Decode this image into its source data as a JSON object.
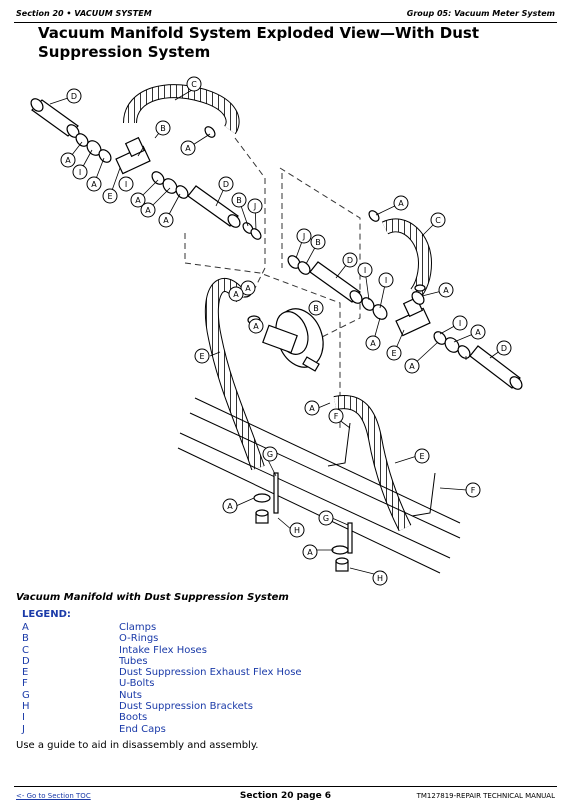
{
  "header": {
    "section": "Section 20 • VACUUM SYSTEM",
    "group": "Group 05: Vacuum Meter System"
  },
  "title": "Vacuum Manifold System Exploded View—With Dust Suppression System",
  "diagram_callouts": {
    "c1": "C",
    "d1": "D",
    "b1": "B",
    "a1": "A",
    "a2": "A",
    "a3": "A",
    "a4": "A",
    "i1": "I",
    "i2": "I",
    "e1": "E",
    "a5": "A",
    "a6": "A",
    "d2": "D",
    "b2": "B",
    "j1": "J",
    "a7": "A",
    "c2": "C",
    "j2": "J",
    "b3": "B",
    "d3": "D",
    "i3": "I",
    "i4": "I",
    "a8": "A",
    "a9": "A",
    "e2": "E",
    "a10": "A",
    "i5": "I",
    "a11": "A",
    "a12": "A",
    "d4": "D",
    "a13": "A",
    "a14": "A",
    "b4": "B",
    "e3": "E",
    "a15": "A",
    "f1": "F",
    "e4": "E",
    "g1": "G",
    "f2": "F",
    "a16": "A",
    "h1": "H",
    "g2": "G",
    "a17": "A",
    "h2": "H"
  },
  "caption": "Vacuum Manifold with Dust Suppression System",
  "legend_title": "LEGEND:",
  "legend": [
    {
      "key": "A",
      "value": "Clamps"
    },
    {
      "key": "B",
      "value": "O-Rings"
    },
    {
      "key": "C",
      "value": "Intake Flex Hoses"
    },
    {
      "key": "D",
      "value": "Tubes"
    },
    {
      "key": "E",
      "value": "Dust Suppression Exhaust Flex Hose"
    },
    {
      "key": "F",
      "value": "U-Bolts"
    },
    {
      "key": "G",
      "value": "Nuts"
    },
    {
      "key": "H",
      "value": "Dust Suppression Brackets"
    },
    {
      "key": "I",
      "value": "Boots"
    },
    {
      "key": "J",
      "value": "End Caps"
    }
  ],
  "note": "Use a guide to aid in disassembly and assembly.",
  "footer": {
    "toc_link": "<- Go to Section TOC",
    "page": "Section 20 page 6",
    "manual": "TM127819-REPAIR TECHNICAL MANUAL"
  }
}
